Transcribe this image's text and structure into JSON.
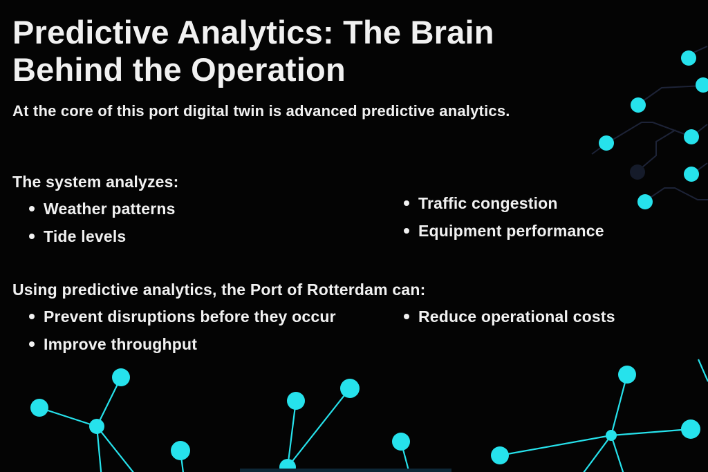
{
  "title": {
    "line1": "Predictive Analytics: The Brain",
    "line2": "Behind the Operation"
  },
  "subtitle": "At the core of this port digital twin is advanced predictive analytics.",
  "sections": [
    {
      "heading": "The system analyzes:",
      "left_items": [
        "Weather patterns",
        "Tide levels"
      ],
      "right_items": [
        "Traffic congestion",
        "Equipment performance"
      ]
    },
    {
      "heading": "Using predictive analytics, the Port of Rotterdam can:",
      "left_items": [
        "Prevent disruptions before they occur",
        "Improve throughput"
      ],
      "right_items": [
        "Reduce operational costs"
      ]
    }
  ],
  "colors": {
    "background": "#040404",
    "text": "#f1f1f1",
    "accent": "#26e2ec",
    "circuit_line": "#1d2337",
    "dark_node": "#151b2a",
    "bottom_bar": "#0d2736"
  }
}
